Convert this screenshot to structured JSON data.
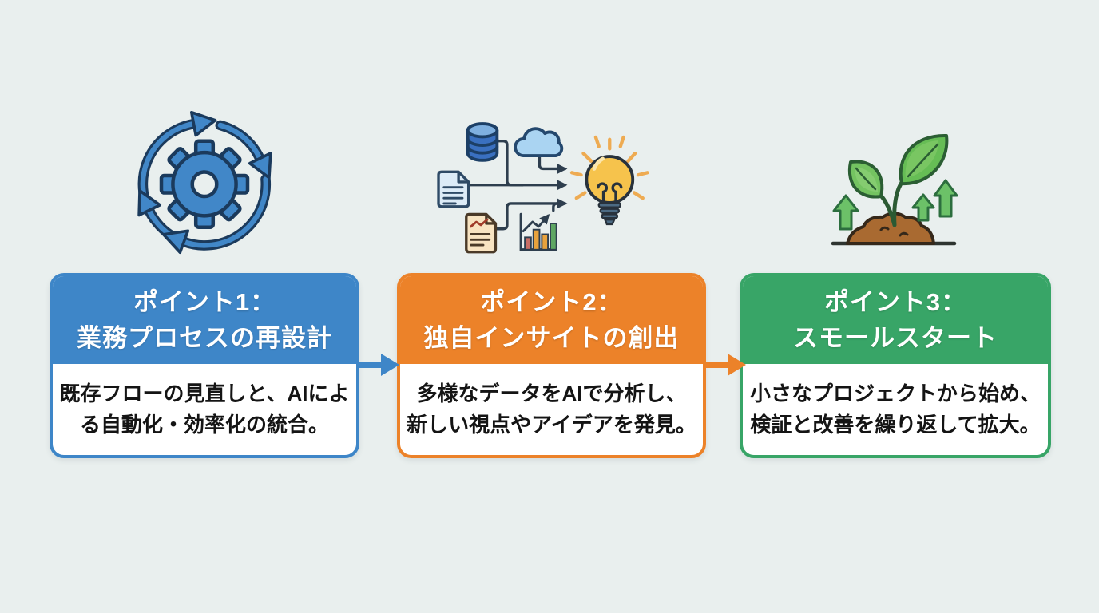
{
  "canvas": {
    "background": "#e9efee"
  },
  "points": [
    {
      "number": "1",
      "accent": "#3e86c8",
      "icon": "gear-cycle-icon",
      "title_line1": "ポイント1：",
      "title_line2": "業務プロセスの再設計",
      "body_line1": "既存フローの見直しと、AIによ",
      "body_line2": "る自動化・効率化の統合。"
    },
    {
      "number": "2",
      "accent": "#ec8229",
      "icon": "data-to-insight-icon",
      "title_line1": "ポイント2：",
      "title_line2": "独自インサイトの創出",
      "body_line1": "多様なデータをAIで分析し、",
      "body_line2": "新しい視点やアイデアを発見。"
    },
    {
      "number": "3",
      "accent": "#38a567",
      "icon": "sprout-growth-icon",
      "title_line1": "ポイント3：",
      "title_line2": "スモールスタート",
      "body_line1": "小さなプロジェクトから始め、",
      "body_line2": "検証と改善を繰り返して拡大。"
    }
  ],
  "connectors": [
    {
      "from": "ポイント1",
      "to": "ポイント2",
      "color": "#3e86c8"
    },
    {
      "from": "ポイント2",
      "to": "ポイント3",
      "color": "#ec8229"
    }
  ]
}
